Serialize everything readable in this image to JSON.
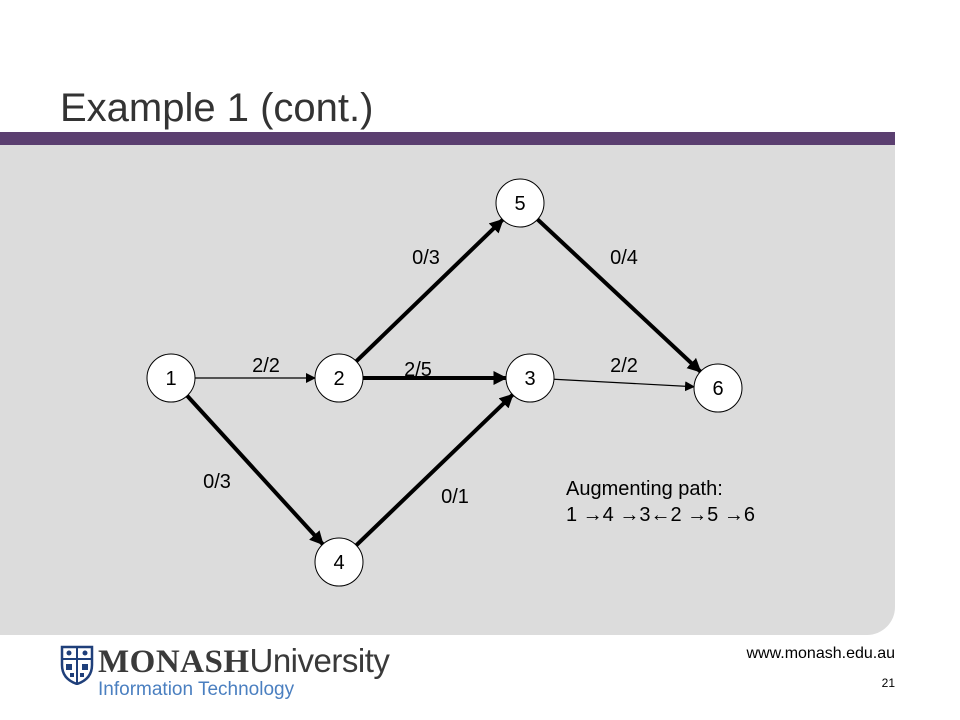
{
  "slide": {
    "title": "Example 1 (cont.)",
    "url": "www.monash.edu.au",
    "page_number": "21"
  },
  "logo": {
    "name_bold": "MONASH",
    "name_regular": "University",
    "subtitle": "Information Technology"
  },
  "colors": {
    "accent_bar": "#5b3f70",
    "panel": "#dcdcdc",
    "logo_blue": "#4a7fc0"
  },
  "graph": {
    "nodes": [
      {
        "id": "1",
        "label": "1"
      },
      {
        "id": "2",
        "label": "2"
      },
      {
        "id": "3",
        "label": "3"
      },
      {
        "id": "4",
        "label": "4"
      },
      {
        "id": "5",
        "label": "5"
      },
      {
        "id": "6",
        "label": "6"
      }
    ],
    "edges": [
      {
        "from": "1",
        "to": "2",
        "label": "2/2",
        "bold": false
      },
      {
        "from": "2",
        "to": "3",
        "label": "2/5",
        "bold": true
      },
      {
        "from": "2",
        "to": "5",
        "label": "0/3",
        "bold": true
      },
      {
        "from": "5",
        "to": "6",
        "label": "0/4",
        "bold": true
      },
      {
        "from": "3",
        "to": "6",
        "label": "2/2",
        "bold": false
      },
      {
        "from": "1",
        "to": "4",
        "label": "0/3",
        "bold": true
      },
      {
        "from": "4",
        "to": "3",
        "label": "0/1",
        "bold": true
      }
    ]
  },
  "augmenting_path": {
    "heading": "Augmenting path:",
    "path": "1 →4 →3←2 →5 →6"
  }
}
